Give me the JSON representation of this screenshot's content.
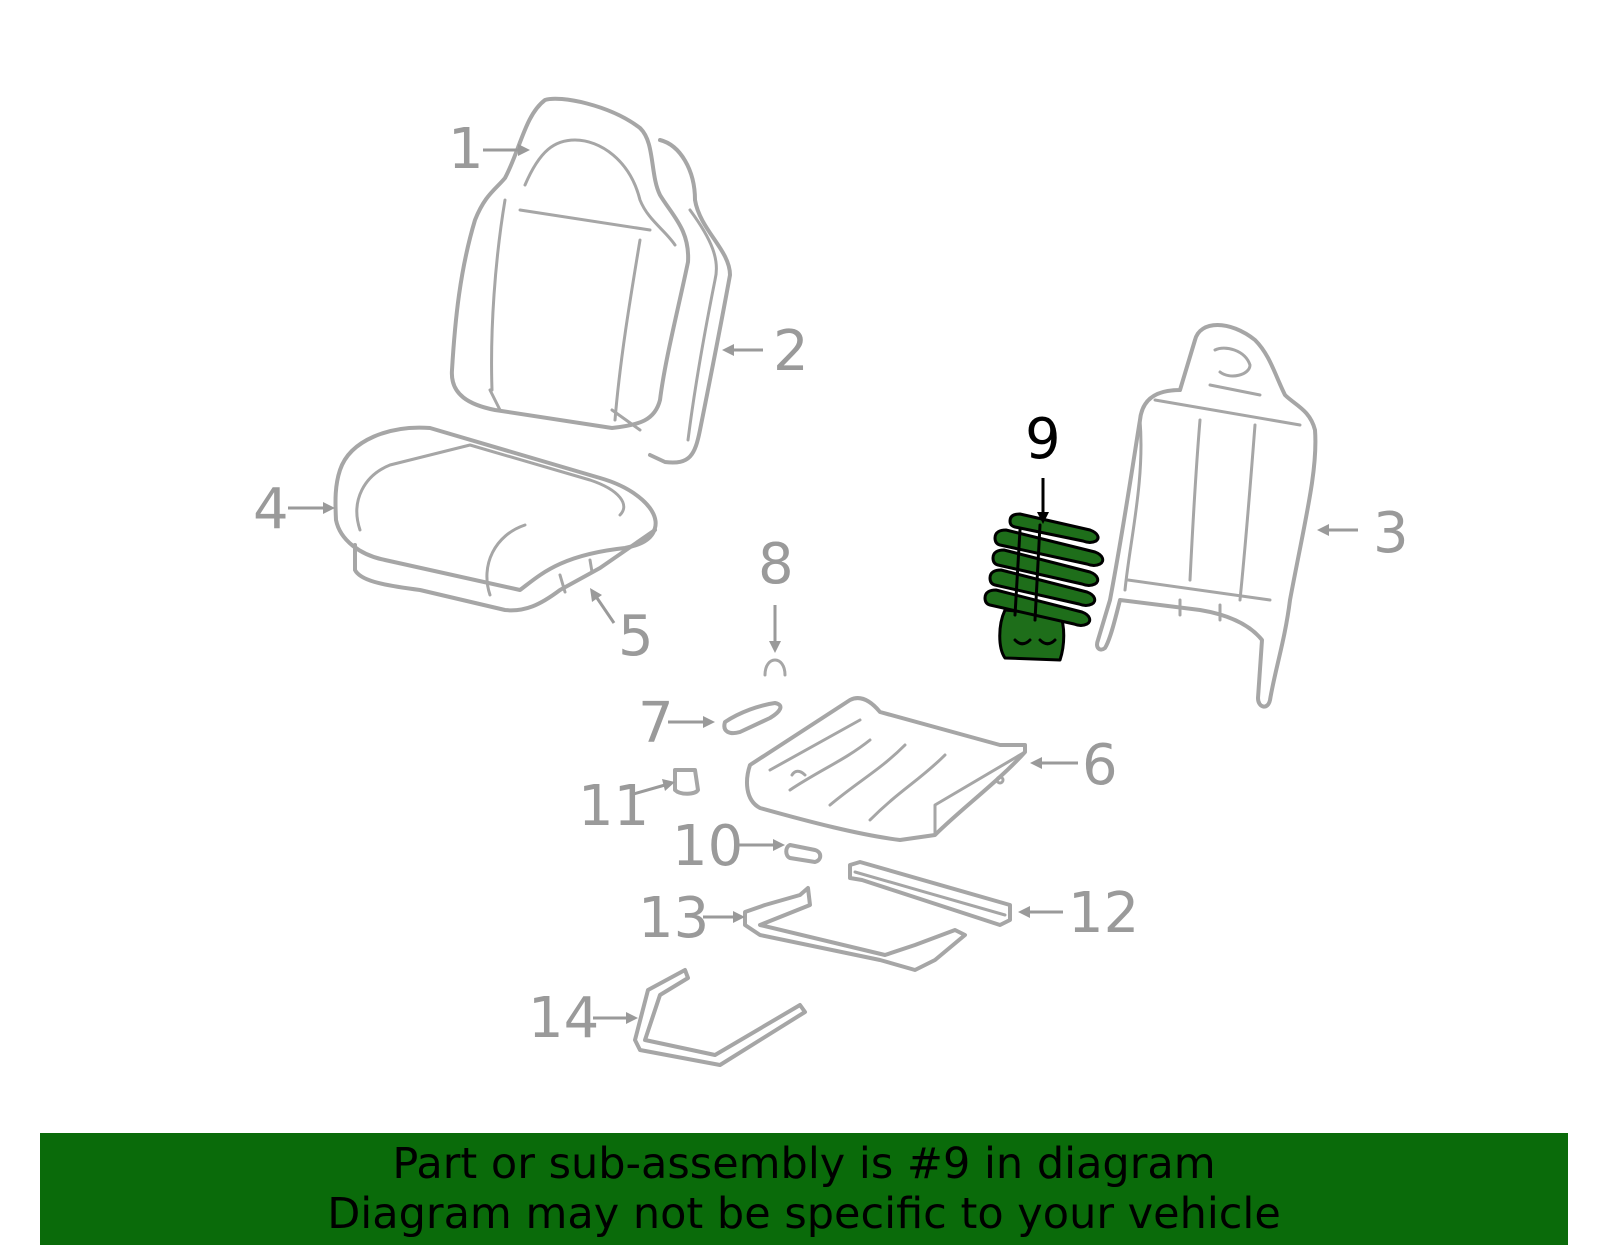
{
  "callouts": {
    "c1": "1",
    "c2": "2",
    "c3": "3",
    "c4": "4",
    "c5": "5",
    "c6": "6",
    "c7": "7",
    "c8": "8",
    "c9": "9",
    "c10": "10",
    "c11": "11",
    "c12": "12",
    "c13": "13",
    "c14": "14"
  },
  "highlight": {
    "part": "9",
    "color": "#1e6e1a"
  },
  "banner": {
    "line1": "Part or sub-assembly is #9 in diagram",
    "line2": "Diagram may not be specific to your vehicle",
    "background": "#0a6b0a"
  }
}
